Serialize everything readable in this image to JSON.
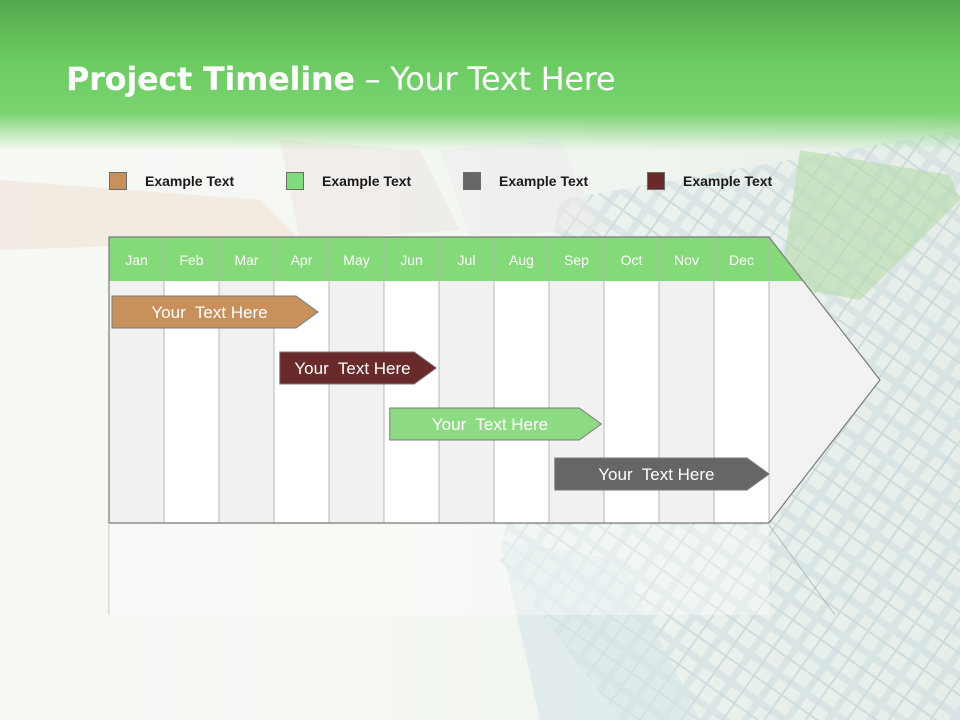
{
  "title": {
    "bold": "Project Timeline",
    "rest": " – Your Text Here"
  },
  "legend": [
    {
      "label": "Example Text",
      "color": "#c8905a"
    },
    {
      "label": "Example Text",
      "color": "#7fdc7a"
    },
    {
      "label": "Example Text",
      "color": "#666666"
    },
    {
      "label": "Example Text",
      "color": "#6b2a2a"
    }
  ],
  "months": [
    "Jan",
    "Feb",
    "Mar",
    "Apr",
    "May",
    "Jun",
    "Jul",
    "Aug",
    "Sep",
    "Oct",
    "Nov",
    "Dec"
  ],
  "tasks": [
    {
      "label": "Your  Text Here",
      "start": 0,
      "end": 3.8,
      "color": "#c8905a",
      "text_color": "#ffffff"
    },
    {
      "label": "Your  Text Here",
      "start": 3.05,
      "end": 5.95,
      "color": "#6b2a2a",
      "text_color": "#ffffff"
    },
    {
      "label": "Your  Text Here",
      "start": 5.05,
      "end": 8.95,
      "color": "#8ddc83",
      "text_color": "#ffffff"
    },
    {
      "label": "Your  Text Here",
      "start": 8.05,
      "end": 12,
      "color": "#666666",
      "text_color": "#ffffff"
    }
  ],
  "colors": {
    "header_green": "#6acb60",
    "month_green": "#84d979"
  }
}
